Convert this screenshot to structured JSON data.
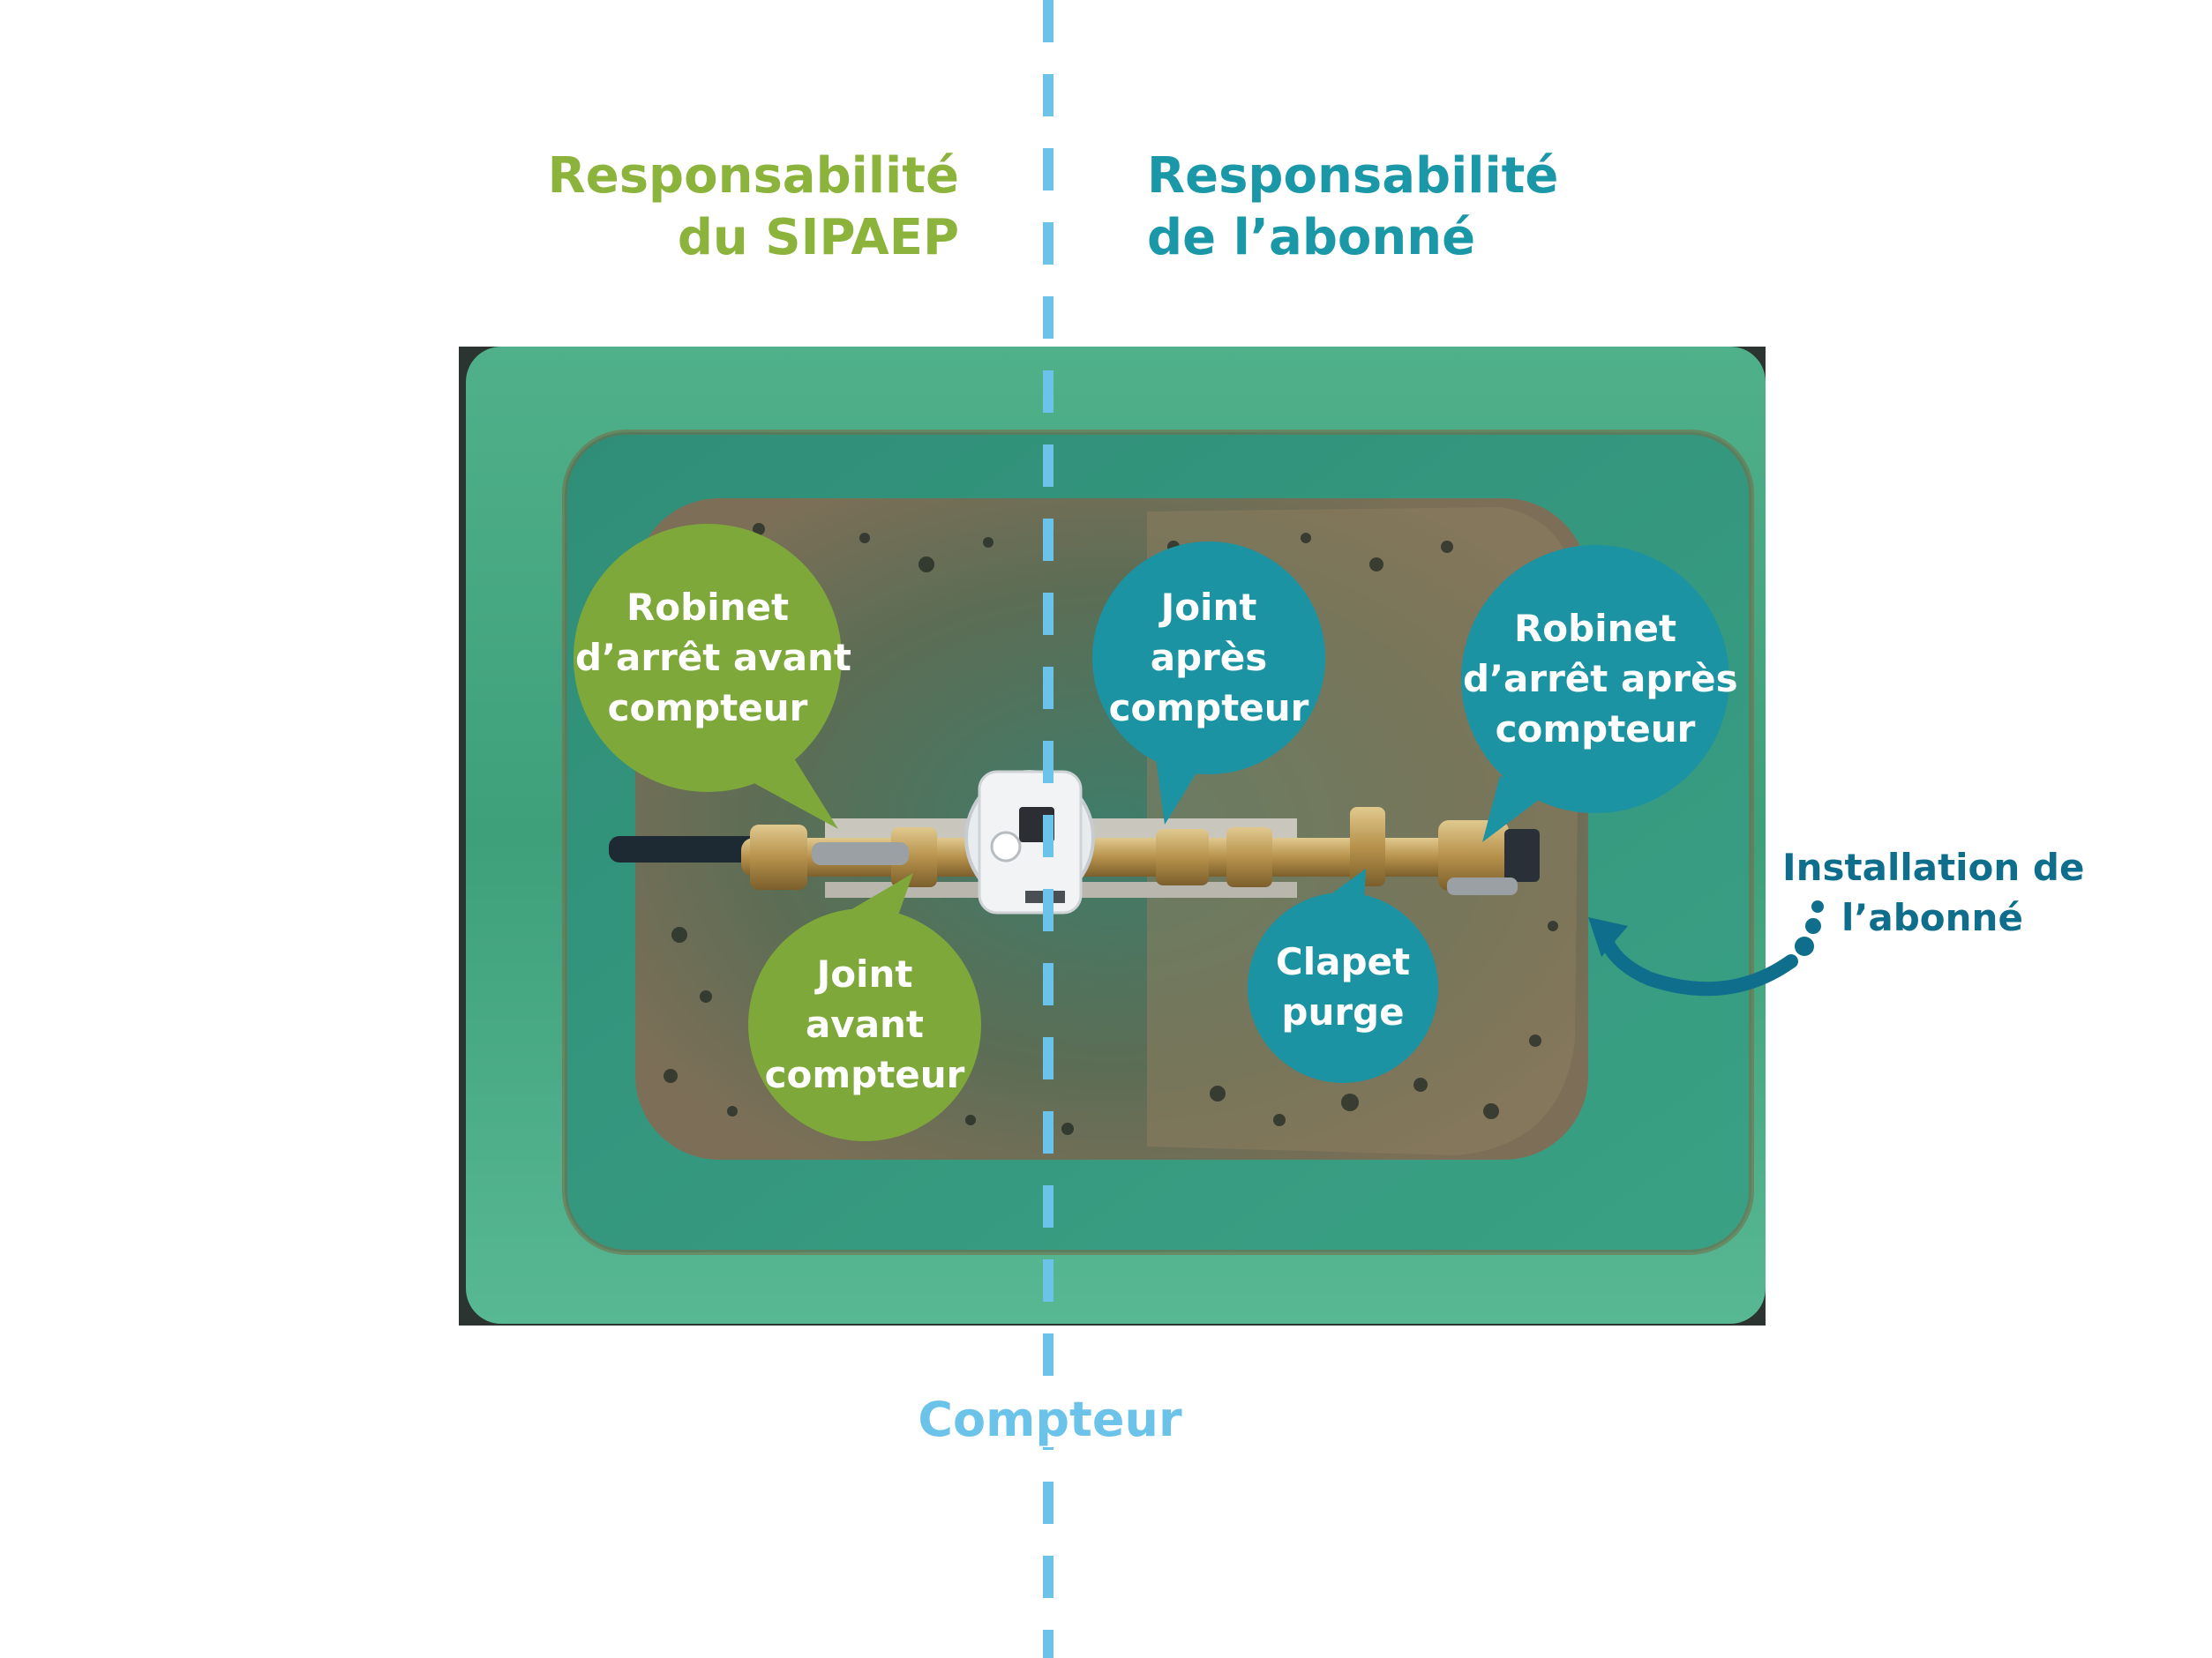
{
  "colors": {
    "sipaep_green": "#8cb43d",
    "abonne_teal": "#1a98a8",
    "meter_blue": "#6cc3ea",
    "install_blue": "#0f6e8c",
    "bubble_green": "#7fa83b",
    "bubble_teal": "#1b93a3"
  },
  "headings": {
    "sipaep": {
      "line1": "Responsabilité",
      "line2": "du SIPAEP"
    },
    "abonne": {
      "line1": "Responsabilité",
      "line2": "de l’abonné"
    }
  },
  "bubbles": {
    "robinet_avant": {
      "line1": "Robinet",
      "line2": "d’arrêt avant",
      "line3": "compteur"
    },
    "joint_avant": {
      "line1": "Joint",
      "line2": "avant",
      "line3": "compteur"
    },
    "joint_apres": {
      "line1": "Joint",
      "line2": "après",
      "line3": "compteur"
    },
    "robinet_apres": {
      "line1": "Robinet",
      "line2": "d’arrêt après",
      "line3": "compteur"
    },
    "clapet_purge": {
      "line1": "Clapet",
      "line2": "purge"
    }
  },
  "meter_label": "Compteur",
  "install_label": {
    "line1": "Installation de",
    "line2": "l’abonné"
  }
}
